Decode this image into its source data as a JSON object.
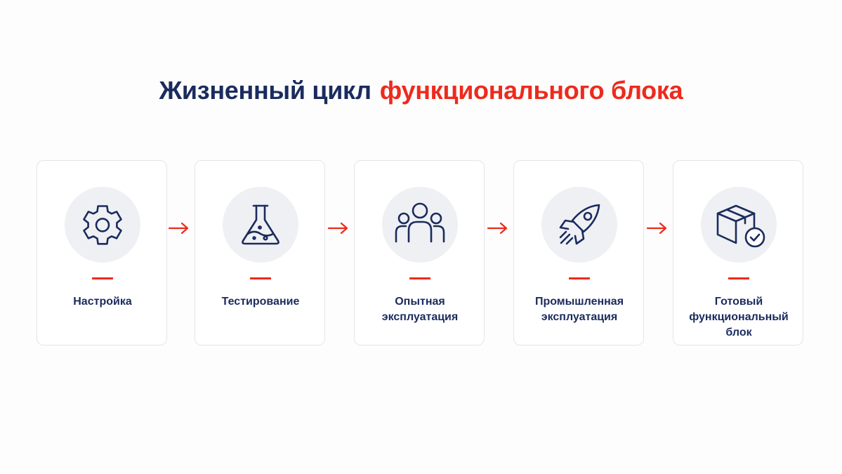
{
  "title": {
    "part1": "Жизненный цикл",
    "part2": "функционального блока"
  },
  "colors": {
    "navy": "#1a2b5e",
    "red": "#ee2a1c",
    "icon_bg": "#eff0f3"
  },
  "steps": [
    {
      "icon": "gear-icon",
      "line1": "Настройка",
      "line2": ""
    },
    {
      "icon": "flask-icon",
      "line1": "Тестирование",
      "line2": ""
    },
    {
      "icon": "people-icon",
      "line1": "Опытная",
      "line2": "эксплуатация"
    },
    {
      "icon": "rocket-icon",
      "line1": "Промышленная",
      "line2": "эксплуатация"
    },
    {
      "icon": "box-check-icon",
      "line1": "Готовый",
      "line2": "функциональный блок"
    }
  ]
}
